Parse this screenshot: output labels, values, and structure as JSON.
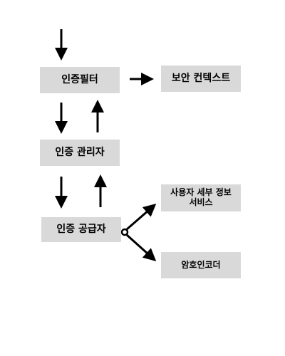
{
  "nodes": {
    "auth_filter": "인증필터",
    "security_context": "보안 컨텍스트",
    "auth_manager": "인증 관리자",
    "auth_provider": "인증 공급자",
    "user_details_service": "사용자 세부 정보 서비스",
    "password_encoder": "암호인코더"
  },
  "colors": {
    "node_fill": "#d9d9d9",
    "arrow": "#000000"
  }
}
